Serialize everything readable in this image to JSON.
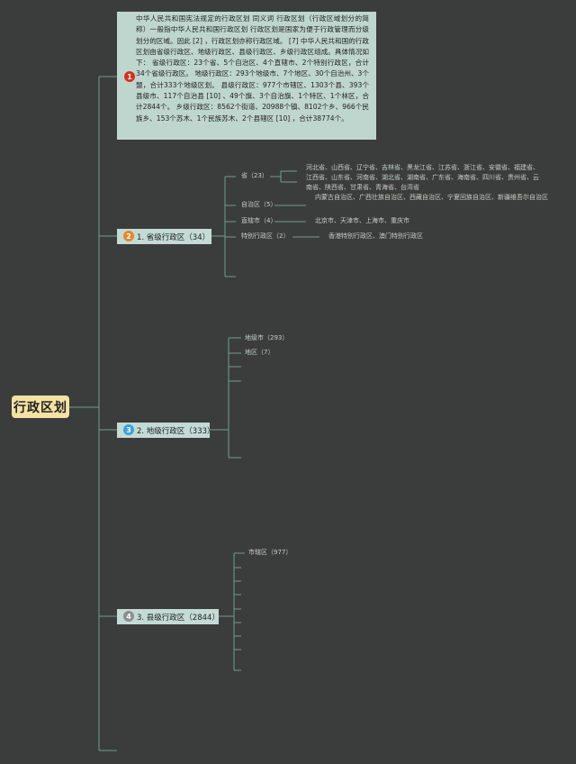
{
  "root": {
    "label": "行政区划"
  },
  "description": {
    "badge": "1",
    "text": "中华人民共和国宪法规定的行政区划 同义词 行政区划（行政区域划分的简称）一般指中华人民共和国行政区划 行政区划是国家为便于行政管理而分级划分的区域。因此 [2] ，行政区划亦称行政区域。 [7] 中华人民共和国的行政区划由省级行政区、地级行政区、县级行政区、乡级行政区组成。具体情况如下： 省级行政区：23个省、5个自治区、4个直辖市、2个特别行政区，合计34个省级行政区。 地级行政区：293个地级市、7个地区、30个自治州、3个盟，合计333个地级区划。 县级行政区：977个市辖区、1303个县、393个县级市、117个自治县 [10] 、49个旗、3个自治旗、1个特区、1个林区，合计2844个。 乡级行政区：8562个街道、20988个镇、8102个乡、966个民族乡、153个苏木、1个民族苏木、2个县辖区 [10] ，合计38774个。"
  },
  "colors": {
    "connector": "#6f9d8c",
    "badge1": "#d9301e",
    "badge2": "#e9842b",
    "badge3": "#3aa1de",
    "badge4": "#8d8d8d"
  },
  "branches": [
    {
      "badge": "2",
      "label": "1. 省级行政区（34）",
      "items": [
        {
          "label": "省（23）",
          "detail": "河北省、山西省、辽宁省、吉林省、黑龙江省、江苏省、浙江省、安徽省、福建省、江西省、山东省、河南省、湖北省、湖南省、广东省、海南省、四川省、贵州省、云南省、陕西省、甘肃省、青海省、台湾省"
        },
        {
          "label": "自治区（5）",
          "detail": "内蒙古自治区、广西壮族自治区、西藏自治区、宁夏回族自治区、新疆维吾尔自治区"
        },
        {
          "label": "直辖市（4）",
          "detail": "北京市、天津市、上海市、重庆市"
        },
        {
          "label": "特别行政区（2）",
          "detail": "香港特别行政区、澳门特别行政区"
        }
      ]
    },
    {
      "badge": "3",
      "label": "2. 地级行政区（333）",
      "items": [
        {
          "label": "地级市（293）"
        },
        {
          "label": "地区（7）"
        }
      ]
    },
    {
      "badge": "4",
      "label": "3. 县级行政区（2844）",
      "items": [
        {
          "label": "市辖区（977）"
        }
      ]
    }
  ]
}
